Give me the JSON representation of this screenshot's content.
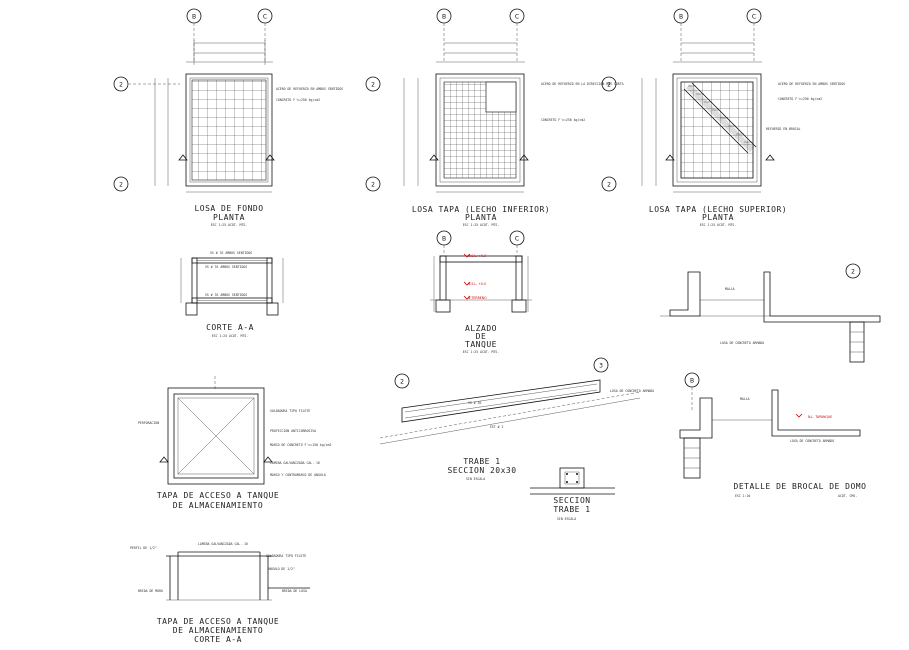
{
  "grid_labels": {
    "b": "B",
    "c": "C",
    "two": "2",
    "three": "3"
  },
  "views": {
    "losa_fondo": {
      "title": "LOSA DE FONDO",
      "subtitle": "PLANTA",
      "scale": "ESC 1:25   ACOT. MTS."
    },
    "losa_tapa_inf": {
      "title": "LOSA TAPA (LECHO INFERIOR)",
      "subtitle": "PLANTA",
      "scale": "ESC 1:25   ACOT. MTS."
    },
    "losa_tapa_sup": {
      "title": "LOSA TAPA (LECHO SUPERIOR)",
      "subtitle": "PLANTA",
      "scale": "ESC 1:25   ACOT. MTS."
    },
    "corte_aa": {
      "title": "CORTE A-A",
      "scale": "ESC 1:25   ACOT. MTS."
    },
    "alzado": {
      "title": "ALZADO",
      "subtitle": "DE",
      "subtitle2": "TANQUE",
      "scale": "ESC 1:25   ACOT. MTS."
    },
    "trabe": {
      "title": "TRABE 1",
      "subtitle": "SECCION 20x30",
      "scale": "SIN ESCALA"
    },
    "seccion": {
      "title": "SECCION",
      "subtitle": "TRABE 1",
      "scale": "SIN ESCALA"
    },
    "brocal": {
      "title": "DETALLE DE BROCAL DE DOMO",
      "scale_left": "ESC 1:10",
      "scale_right": "ACOT. CMS."
    },
    "tapa_planta": {
      "title": "TAPA DE ACCESO A TANQUE",
      "subtitle": "DE ALMACENAMIENTO"
    },
    "tapa_corte": {
      "title": "TAPA DE ACCESO A TANQUE",
      "subtitle": "DE ALMACENAMIENTO",
      "subtitle2": "CORTE A-A"
    }
  },
  "notes": {
    "fondo_1": "ACERO DE REFUERZO EN AMBOS SENTIDOS",
    "fondo_2": "CONCRETO F'c=250 kg/cm2",
    "inf_1": "ACERO DE REFUERZO EN LA DIRECCION MAS CORTA",
    "inf_2": "CONCRETO F'c=250 kg/cm2",
    "sup_1": "ACERO DE REFUERZO EN AMBOS SENTIDOS",
    "sup_2": "CONCRETO F'c=250 kg/cm2",
    "sup_3": "REFUERZO EN BROCAL",
    "corte_1": "VS # 3S AMBOS SENTIDOS",
    "corte_2": "VS # 3S AMBOS SENTIDOS",
    "corte_3": "VS # 3S AMBOS SENTIDOS",
    "alz_1": "N.S.L. +0.3",
    "alz_2": "N.S.L. +0.0",
    "alz_3": "N.TERRENO",
    "brocal_1": "MALLA",
    "brocal_2": "LOSA DE CONCRETO ARMADO",
    "brocal_3": "N.L. TAPANQUE",
    "brocal_4": "LOSA DE CONCRETO ARMADO",
    "tapa_1": "SOLDADURA TIPO FILETE",
    "tapa_2": "PROTECCION ANTICORROSIVA",
    "tapa_3": "MARCO DE CONCRETO F'c=150 kg/cm2",
    "tapa_4": "LAMINA GALVANIZADA CAL. 16",
    "tapa_5": "MARCO Y CONTRAMARCO DE ANGULO",
    "tapa_left": "PERFORACION",
    "tapa_c1": "PERFIL DE 1/2\"",
    "tapa_c2": "LAMINA GALVANIZADA CAL. 16",
    "tapa_c3": "SOLDADURA TIPO FILETE",
    "tapa_c4": "ANGULO DE 1/2\"",
    "tapa_c5": "BRIDA DE MURO",
    "tapa_c6": "BRIDA DE LOSA",
    "trabe_1": "LOSA DE CONCRETO ARMADO",
    "trabe_2": "VS # 3S",
    "trabe_3": "EST # 2"
  }
}
